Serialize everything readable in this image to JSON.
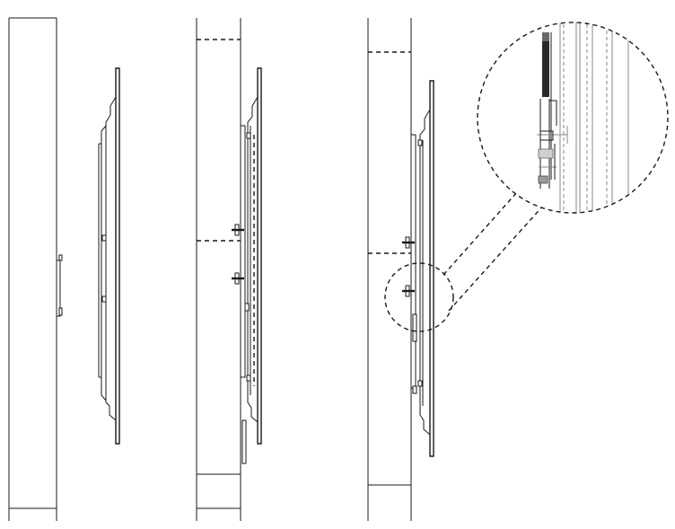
{
  "figure": {
    "panels": [
      {
        "id": "step-1",
        "description_visible": false
      },
      {
        "id": "step-2",
        "description_visible": false
      },
      {
        "id": "step-3",
        "description_visible": false
      }
    ],
    "colors": {
      "line": "#1a1a1a",
      "detail": "#8a8a8a",
      "background": "#ffffff"
    }
  }
}
